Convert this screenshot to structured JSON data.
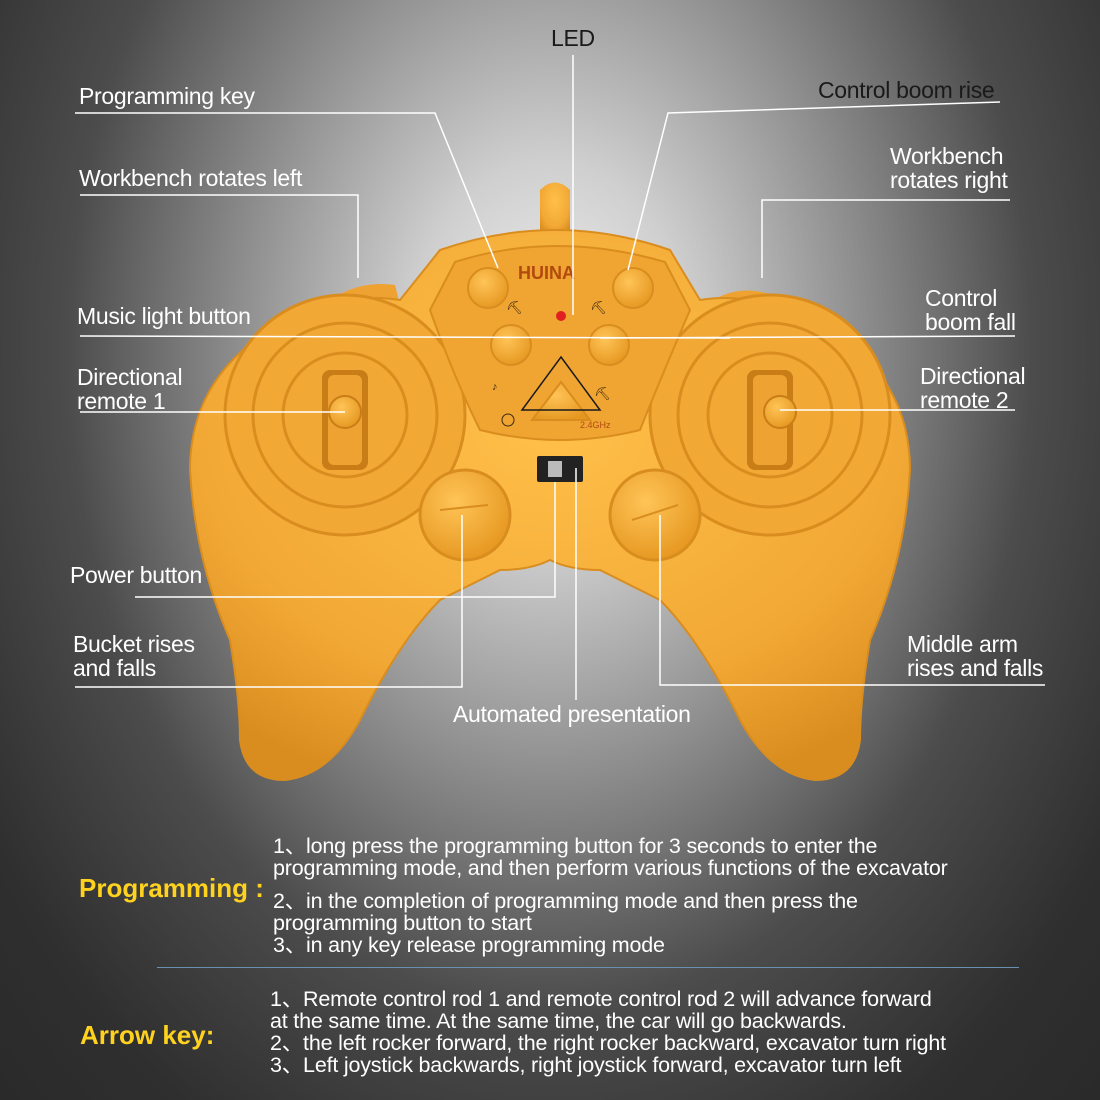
{
  "labels": {
    "led": "LED",
    "programming_key": "Programming key",
    "control_boom_rise": "Control boom rise",
    "workbench_rotates_left": "Workbench rotates left",
    "workbench_rotates_right": "Workbench\nrotates right",
    "music_light_button": "Music light button",
    "control_boom_fall": "Control\nboom fall",
    "directional_remote_1": "Directional\nremote 1",
    "directional_remote_2": "Directional\nremote 2",
    "power_button": "Power button",
    "bucket_rises_and_falls": "Bucket rises\nand falls",
    "middle_arm_rises_and_falls": "Middle arm\nrises and falls",
    "automated_presentation": "Automated presentation"
  },
  "brand": "HUINA",
  "voltage_mark": "2.4GHz",
  "colors": {
    "controller_body": "#f2a835",
    "controller_shadow": "#d98d1f",
    "heading_yellow": "#ffd21f",
    "led_red": "#e02020"
  },
  "programming": {
    "heading": "Programming :",
    "lines": [
      "1、long press the programming button for 3 seconds to enter the",
      "programming mode, and then perform various functions of the excavator",
      "2、in the completion of programming mode and then press the",
      "programming button to start",
      "3、in any key release programming mode"
    ]
  },
  "arrow_key": {
    "heading": "Arrow key:",
    "lines": [
      "1、Remote control rod 1 and remote control rod 2 will advance forward",
      "at the same time. At the same time, the car will go backwards.",
      "2、the left rocker forward, the right rocker backward, excavator turn right",
      "3、Left joystick backwards, right joystick forward, excavator turn left"
    ]
  }
}
